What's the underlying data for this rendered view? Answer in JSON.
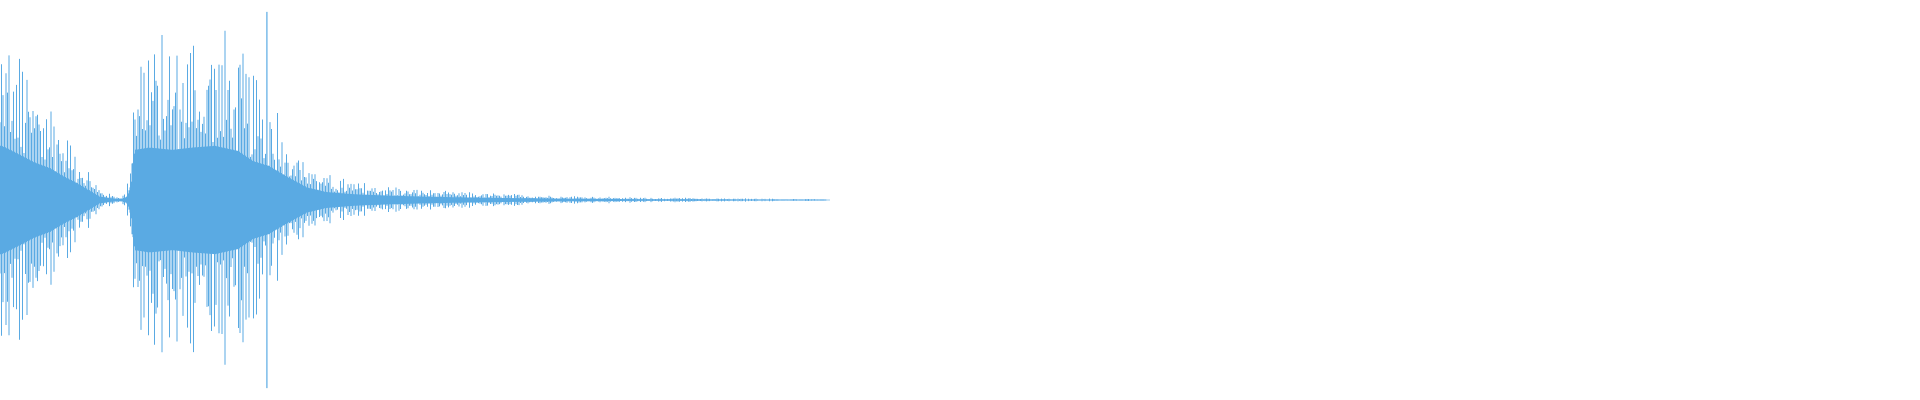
{
  "waveform": {
    "color": "#5aaae3",
    "background": "#ffffff",
    "duration_fraction_visible": 0.43,
    "envelope": [
      {
        "t": 0.0,
        "a": 0.96
      },
      {
        "t": 0.003,
        "a": 0.92
      },
      {
        "t": 0.01,
        "a": 0.8
      },
      {
        "t": 0.018,
        "a": 0.66
      },
      {
        "t": 0.026,
        "a": 0.56
      },
      {
        "t": 0.034,
        "a": 0.4
      },
      {
        "t": 0.04,
        "a": 0.3
      },
      {
        "t": 0.046,
        "a": 0.18
      },
      {
        "t": 0.052,
        "a": 0.06
      },
      {
        "t": 0.058,
        "a": 0.03
      },
      {
        "t": 0.063,
        "a": 0.02
      },
      {
        "t": 0.066,
        "a": 0.05
      },
      {
        "t": 0.068,
        "a": 0.25
      },
      {
        "t": 0.07,
        "a": 0.88
      },
      {
        "t": 0.078,
        "a": 0.92
      },
      {
        "t": 0.09,
        "a": 0.88
      },
      {
        "t": 0.1,
        "a": 0.92
      },
      {
        "t": 0.112,
        "a": 0.95
      },
      {
        "t": 0.124,
        "a": 0.86
      },
      {
        "t": 0.132,
        "a": 0.68
      },
      {
        "t": 0.14,
        "a": 0.6
      },
      {
        "t": 0.15,
        "a": 0.4
      },
      {
        "t": 0.16,
        "a": 0.22
      },
      {
        "t": 0.17,
        "a": 0.14
      },
      {
        "t": 0.185,
        "a": 0.1
      },
      {
        "t": 0.2,
        "a": 0.08
      },
      {
        "t": 0.22,
        "a": 0.06
      },
      {
        "t": 0.25,
        "a": 0.04
      },
      {
        "t": 0.29,
        "a": 0.025
      },
      {
        "t": 0.33,
        "a": 0.015
      },
      {
        "t": 0.38,
        "a": 0.01
      },
      {
        "t": 0.43,
        "a": 0.005
      },
      {
        "t": 1.0,
        "a": 0.0
      }
    ],
    "spikes": [
      {
        "t": 0.139,
        "a": 0.99
      }
    ]
  }
}
